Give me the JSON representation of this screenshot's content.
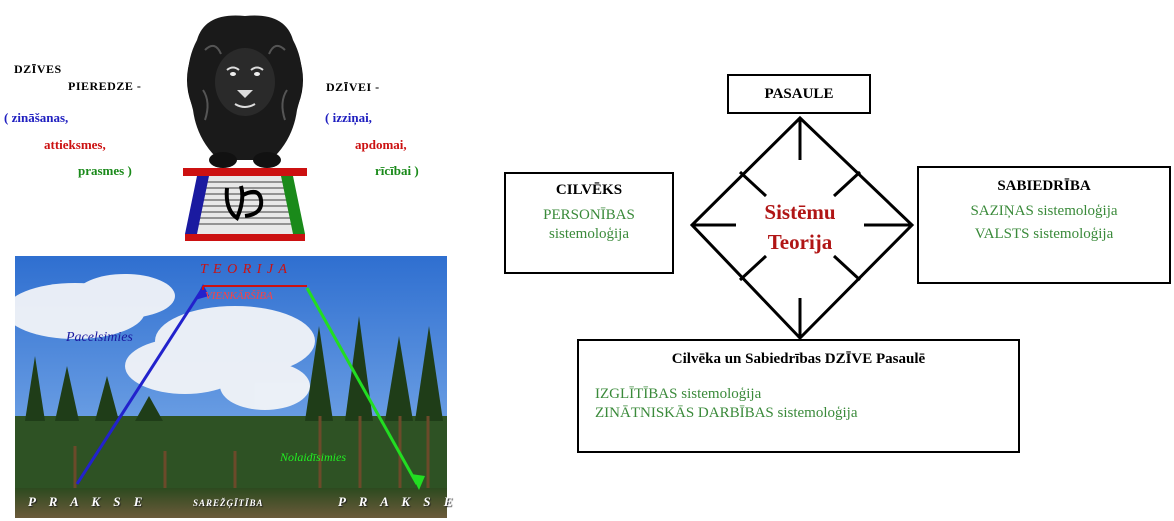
{
  "left": {
    "left_heading_1": "DZĪVES",
    "left_heading_2": "PIEREDZE -",
    "left_list": {
      "item1": "( zināšanas,",
      "item2": "attieksmes,",
      "item3": "prasmes )"
    },
    "right_heading": "DZĪVEI -",
    "right_list": {
      "item1": "( izziņai,",
      "item2": "apdomai,",
      "item3": "rīcībai )"
    },
    "photo": {
      "teorija": "T E O R I J A",
      "vienkarsiba": "VIENKĀRŠĪBA",
      "pacelsimies": "Pacelsimies",
      "nolaidisimies": "Nolaidīsimies",
      "prakse_left": "P R A K S E",
      "sarezgitiba": "SAREŽĢĪTĪBA",
      "prakse_right": "P R A K S E"
    }
  },
  "diagram": {
    "top_box": "PASAULE",
    "center_1": "Sistēmu",
    "center_2": "Teorija",
    "left_box": {
      "title": "CILVĒKS",
      "line1": "PERSONĪBAS",
      "line2": "sistemoloģija"
    },
    "right_box": {
      "title": "SABIEDRĪBA",
      "line1": "SAZIŅAS sistemoloģija",
      "line2": "VALSTS sistemoloģija"
    },
    "bottom_box": {
      "title": "Cilvēka un Sabiedrības DZĪVE Pasaulē",
      "line1": "IZGLĪTĪBAS sistemoloģija",
      "line2": "ZINĀTNISKĀS DARBĪBAS sistemoloģija"
    }
  },
  "colors": {
    "text_green": "#3a8a3a",
    "text_red": "#cc1111",
    "text_blue": "#2020c0",
    "stand_red": "#cc1111",
    "stand_green": "#1a8a1a",
    "stand_blue": "#1a1aa0"
  }
}
